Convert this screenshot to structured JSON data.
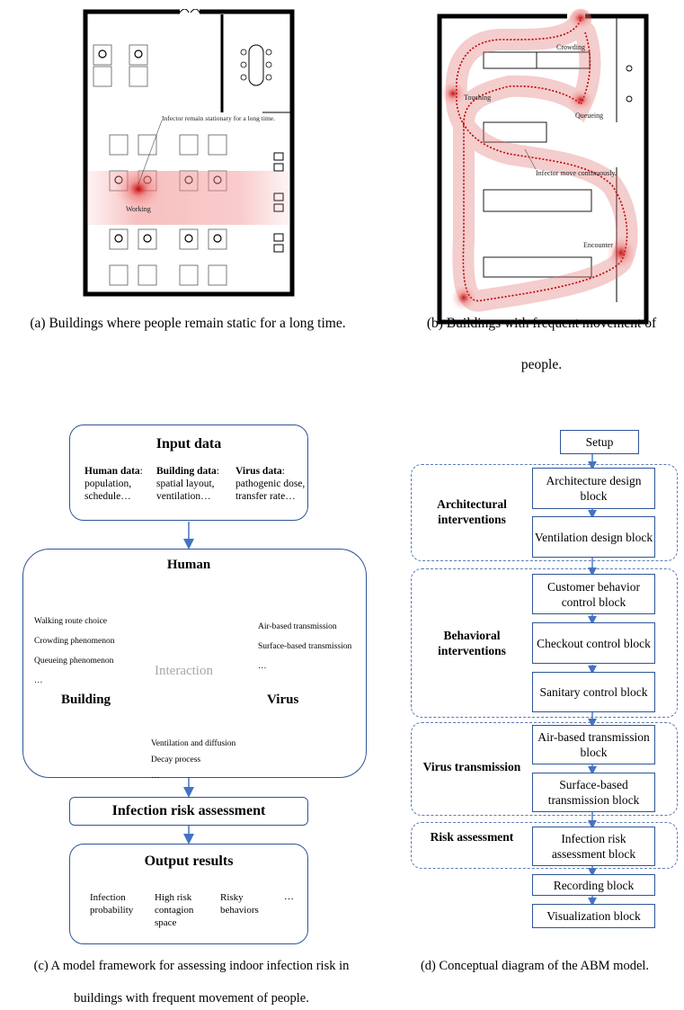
{
  "panel_a": {
    "caption": "(a) Buildings where people remain static for a long time.",
    "annotation": "Infector remain stationary for a long time.",
    "hotspot_label": "Working"
  },
  "panel_b": {
    "caption_line1": "(b) Buildings with frequent movement of",
    "caption_line2": "people.",
    "labels": {
      "crowding": "Crowding",
      "touching": "Touching",
      "queueing": "Queueing",
      "infector": "Infector move continuously.",
      "encounter": "Encounter"
    }
  },
  "panel_c": {
    "input": {
      "title": "Input data",
      "human_head": "Human data",
      "human_body": "population, schedule…",
      "building_head": "Building data",
      "building_body": "spatial layout, ventilation…",
      "virus_head": "Virus data",
      "virus_body": "pathogenic dose, transfer rate…"
    },
    "nodes": {
      "human": "Human",
      "building": "Building",
      "virus": "Virus",
      "center": "Interaction"
    },
    "left_notes": [
      "Walking route choice",
      "Crowding phenomenon",
      "Queueing phenomenon",
      "…"
    ],
    "right_notes": [
      "Air-based transmission",
      "Surface-based transmission",
      "…"
    ],
    "bottom_notes": [
      "Ventilation and diffusion",
      "Decay process",
      "…"
    ],
    "assessment": "Infection risk assessment",
    "output": {
      "title": "Output results",
      "items": [
        "Infection probability",
        "High risk contagion space",
        "Risky behaviors",
        "…"
      ]
    },
    "caption_line1": "(c) A model framework for assessing indoor infection risk in",
    "caption_line2": "buildings with frequent movement of people."
  },
  "panel_d": {
    "setup": "Setup",
    "groups": [
      {
        "label": "Architectural interventions",
        "blocks": [
          "Architecture design block",
          "Ventilation design block"
        ]
      },
      {
        "label": "Behavioral interventions",
        "blocks": [
          "Customer behavior control block",
          "Checkout control block",
          "Sanitary control block"
        ]
      },
      {
        "label": "Virus transmission",
        "blocks": [
          "Air-based transmission block",
          "Surface-based transmission block"
        ]
      },
      {
        "label": "Risk assessment",
        "blocks": [
          "Infection risk assessment block"
        ]
      }
    ],
    "tail_blocks": [
      "Recording block",
      "Visualization block"
    ],
    "caption": "(d) Conceptual diagram of the ABM model."
  },
  "colors": {
    "frame": "#2f5597",
    "arrow": "#4472c4",
    "heat": "#c00000"
  }
}
